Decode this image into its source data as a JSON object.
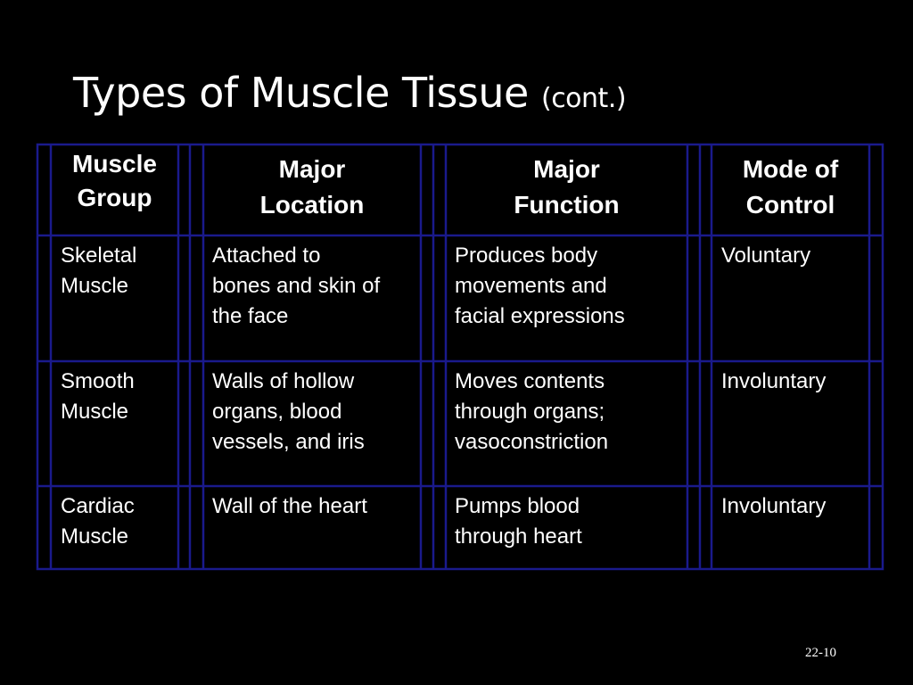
{
  "slide": {
    "title": "Types of Muscle Tissue",
    "title_suffix": "(cont.)",
    "slide_number": "22-10"
  },
  "table": {
    "headers": [
      "Muscle\nGroup",
      "Major\nLocation",
      "Major\nFunction",
      "Mode of\nControl"
    ],
    "rows": [
      [
        "Skeletal\nMuscle",
        "Attached to\nbones and skin of\nthe face",
        "Produces body\nmovements and\nfacial expressions",
        "Voluntary"
      ],
      [
        "Smooth\nMuscle",
        "Walls of hollow\norgans, blood\nvessels, and iris",
        "Moves contents\nthrough organs;\nvasoconstriction",
        "Involuntary"
      ],
      [
        "Cardiac\nMuscle",
        "Wall of the heart",
        "Pumps blood\nthrough heart",
        "Involuntary"
      ]
    ]
  },
  "colors": {
    "background": "#000000",
    "text": "#ffffff",
    "border": "#1a1a8c"
  }
}
